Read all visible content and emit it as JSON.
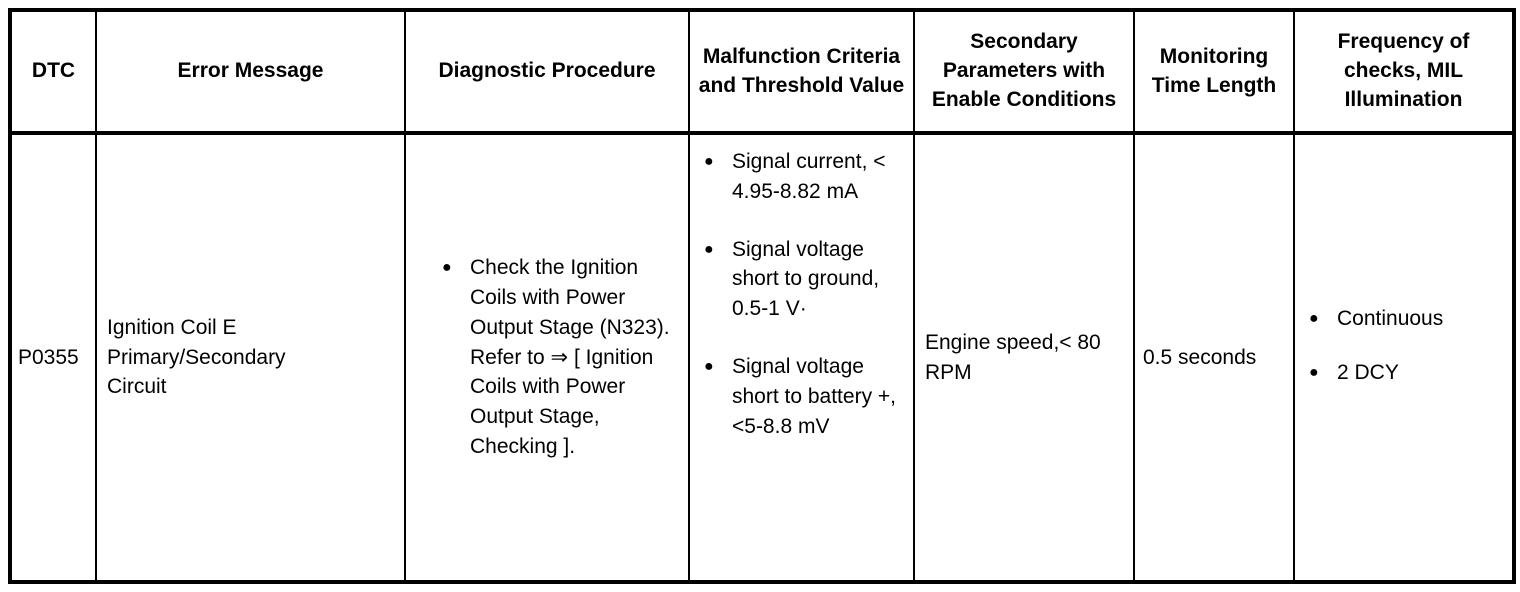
{
  "table": {
    "headers": [
      "DTC",
      "Error Message",
      "Diagnostic Procedure",
      "Malfunction Criteria and Threshold Value",
      "Secondary Parameters with Enable Conditions",
      "Monitoring Time Length",
      "Frequency of checks, MIL Illumination"
    ],
    "row": {
      "dtc": "P0355",
      "error_message": "Ignition Coil E\nPrimary/Secondary\nCircuit",
      "diagnostic_procedure": {
        "items": [
          "Check the Ignition Coils with Power Output Stage (N323). Refer to ⇒ [ Ignition Coils with Power Output Stage, Checking ]."
        ]
      },
      "malfunction_criteria": {
        "items": [
          "Signal current, < 4.95-8.82 mA",
          "Signal voltage short to ground, 0.5-1 V·",
          "Signal voltage short to battery +, <5-8.8 mV"
        ]
      },
      "secondary_parameters": "Engine speed,< 80 RPM",
      "monitoring_time": "0.5 seconds",
      "frequency": {
        "items": [
          "Continuous",
          "2 DCY"
        ]
      }
    },
    "bullet_glyph": "●",
    "colors": {
      "border": "#000000",
      "text": "#000000",
      "background": "#ffffff"
    }
  }
}
